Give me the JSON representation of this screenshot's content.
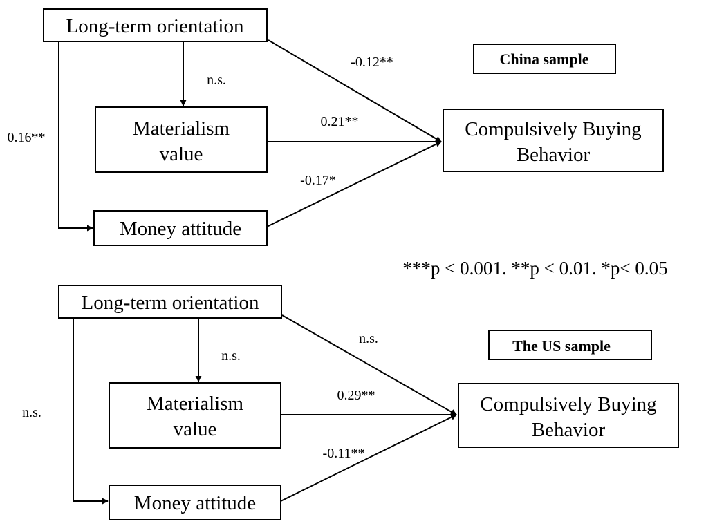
{
  "legend": "***p < 0.001. **p < 0.01. *p< 0.05",
  "panels": [
    {
      "id": "china",
      "title": "China sample",
      "nodes": {
        "lto": [
          "Long-term orientation"
        ],
        "mat": [
          "Materialism",
          "value"
        ],
        "money": [
          "Money attitude"
        ],
        "cbb": [
          "Compulsively Buying",
          "Behavior"
        ]
      },
      "paths": {
        "lto_to_cbb": "-0.12**",
        "lto_to_mat": "n.s.",
        "lto_to_money": "0.16**",
        "mat_to_cbb": "0.21**",
        "money_to_cbb": "-0.17*"
      }
    },
    {
      "id": "us",
      "title": "The US sample",
      "nodes": {
        "lto": [
          "Long-term orientation"
        ],
        "mat": [
          "Materialism",
          "value"
        ],
        "money": [
          "Money attitude"
        ],
        "cbb": [
          "Compulsively Buying",
          "Behavior"
        ]
      },
      "paths": {
        "lto_to_cbb": "n.s.",
        "lto_to_mat": "n.s.",
        "lto_to_money": "n.s.",
        "mat_to_cbb": "0.29**",
        "money_to_cbb": "-0.11**"
      }
    }
  ]
}
